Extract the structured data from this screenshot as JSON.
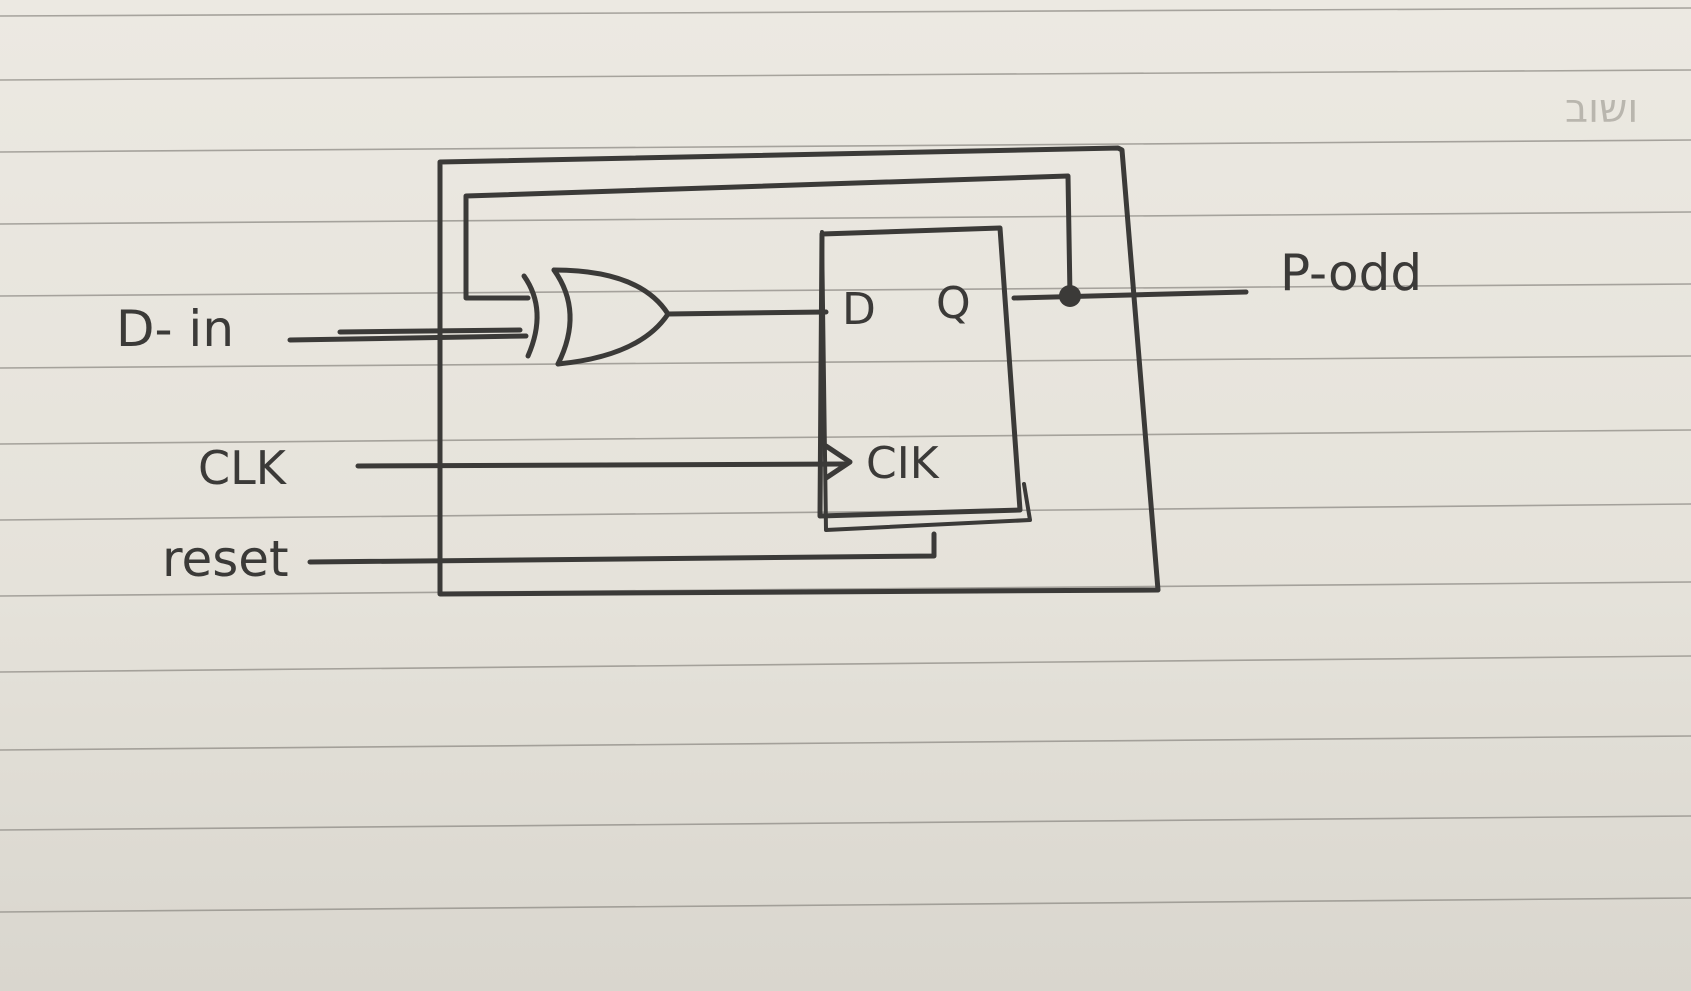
{
  "diagram": {
    "inputs": {
      "d_in": "D- in",
      "clk": "CLK",
      "reset": "reset"
    },
    "output": {
      "p_odd": "P-odd"
    },
    "flip_flop": {
      "d_pin": "D",
      "q_pin": "Q",
      "clk_pin": "CIK"
    },
    "gate": "XOR",
    "corner_mark": "ושוב"
  }
}
